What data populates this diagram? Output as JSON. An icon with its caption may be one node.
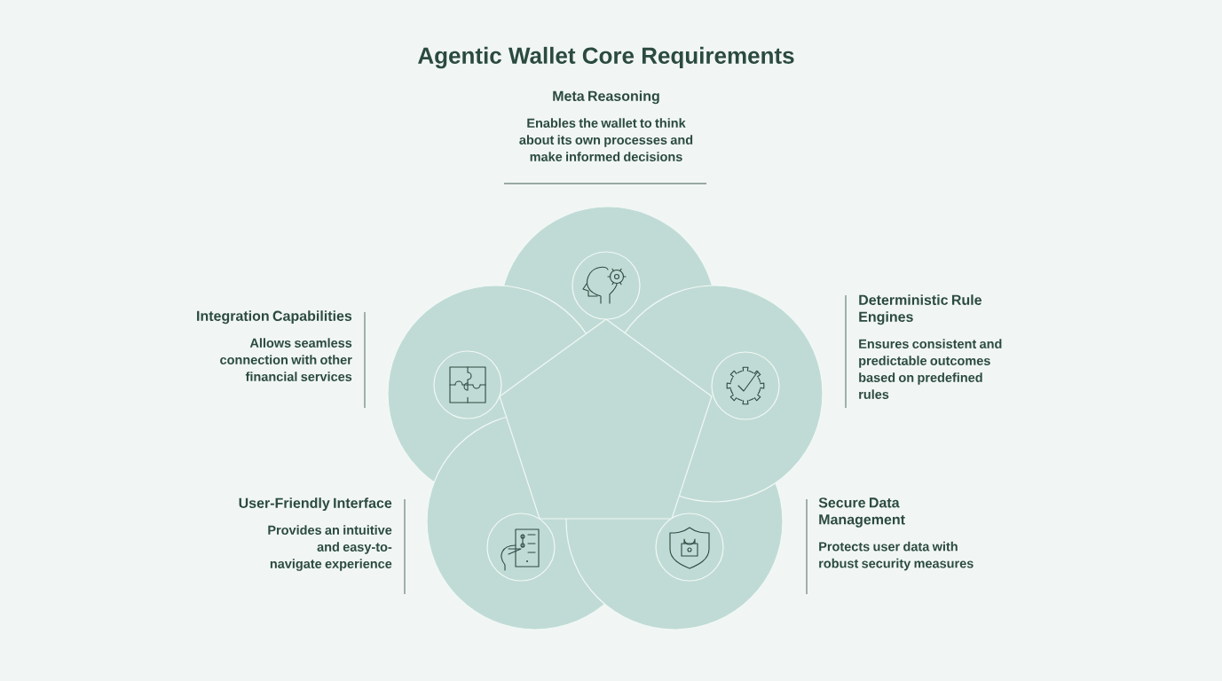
{
  "diagram": {
    "title": "Agentic Wallet Core Requirements",
    "nodes": [
      {
        "text": [
          "Meta Reasoning",
          "Enables the wallet to think about its own processes and make informed decisions"
        ]
      },
      {
        "text": [
          "Integration Capabilities",
          "Allows seamless connection with other financial services"
        ]
      },
      {
        "text": [
          "Deterministic Rule Engines",
          "Ensures consistent and predictable outcomes based on predefined rules"
        ]
      },
      {
        "text": [
          "User-Friendly Interface",
          "Provides an intuitive and easy-to-navigate experience"
        ]
      },
      {
        "text": [
          "Secure Data Management",
          "Protects user data with robust security measures"
        ]
      }
    ]
  }
}
